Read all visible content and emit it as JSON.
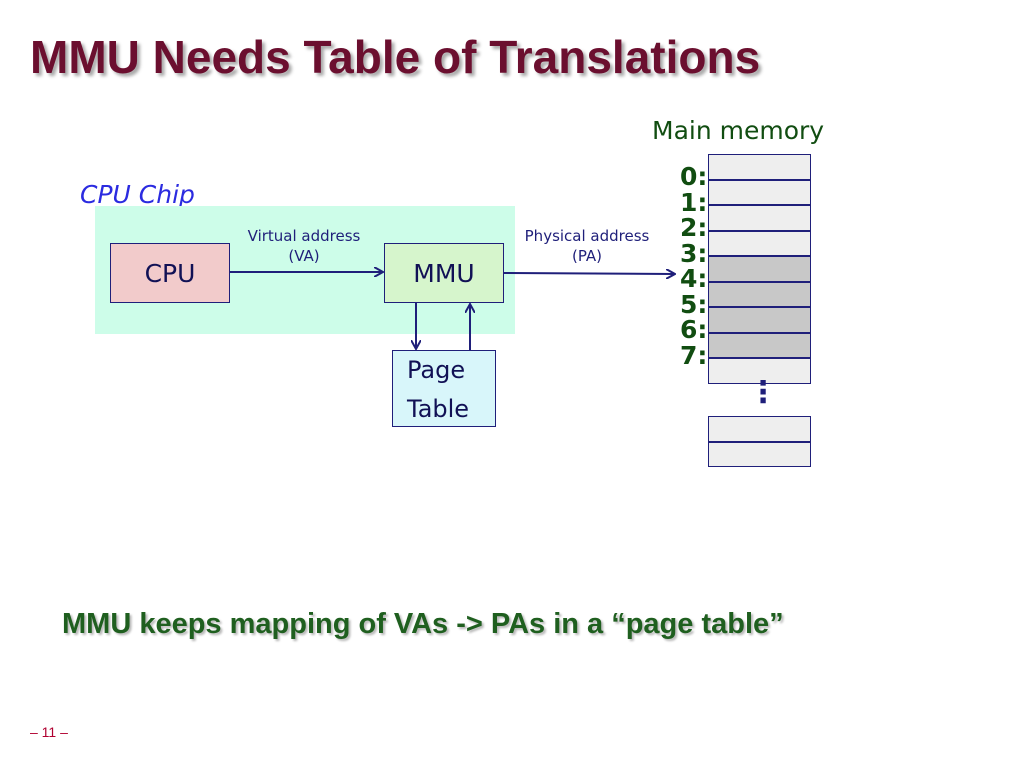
{
  "title": "MMU Needs Table of Translations",
  "main_memory_label": "Main memory",
  "cpu_chip_label": "CPU Chip",
  "cpu": "CPU",
  "mmu": "MMU",
  "page_table": {
    "line1": "Page",
    "line2": "Table"
  },
  "virtual_address": {
    "line1": "Virtual address",
    "line2": "(VA)"
  },
  "physical_address": {
    "line1": "Physical address",
    "line2": "(PA)"
  },
  "memory_addresses": [
    "0:",
    "1:",
    "2:",
    "3:",
    "4:",
    "5:",
    "6:",
    "7:"
  ],
  "memory_used_cells": [
    4,
    5,
    6,
    7
  ],
  "ellipsis": "⋮",
  "caption": "MMU keeps mapping of VAs -> PAs in a “page table”",
  "footer": "– 11 –",
  "colors": {
    "title": "#6b0f2f",
    "caption": "#1f5f1f",
    "arrow": "#1f1f7a"
  }
}
